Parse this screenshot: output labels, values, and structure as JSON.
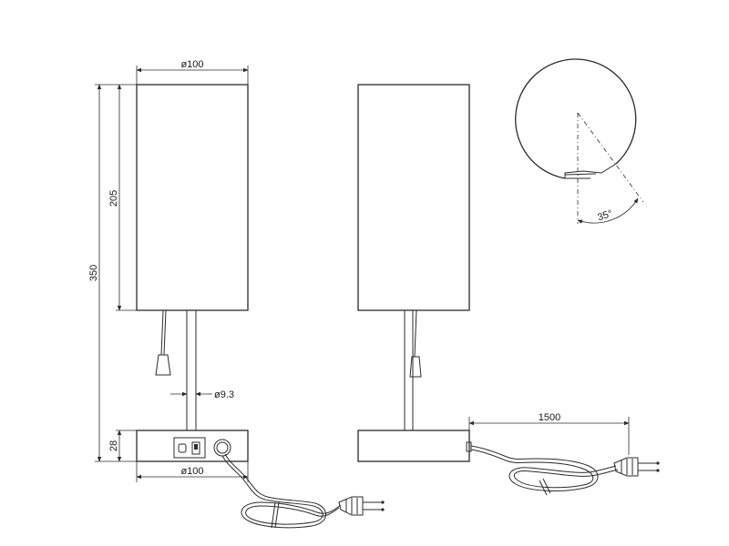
{
  "dimensions": {
    "shade_diameter": "ø100",
    "total_height": "350",
    "shade_height": "205",
    "pole_diameter": "ø9.3",
    "base_height": "28",
    "base_diameter": "ø100",
    "cable_length": "1500",
    "rotation_angle": "35°"
  }
}
